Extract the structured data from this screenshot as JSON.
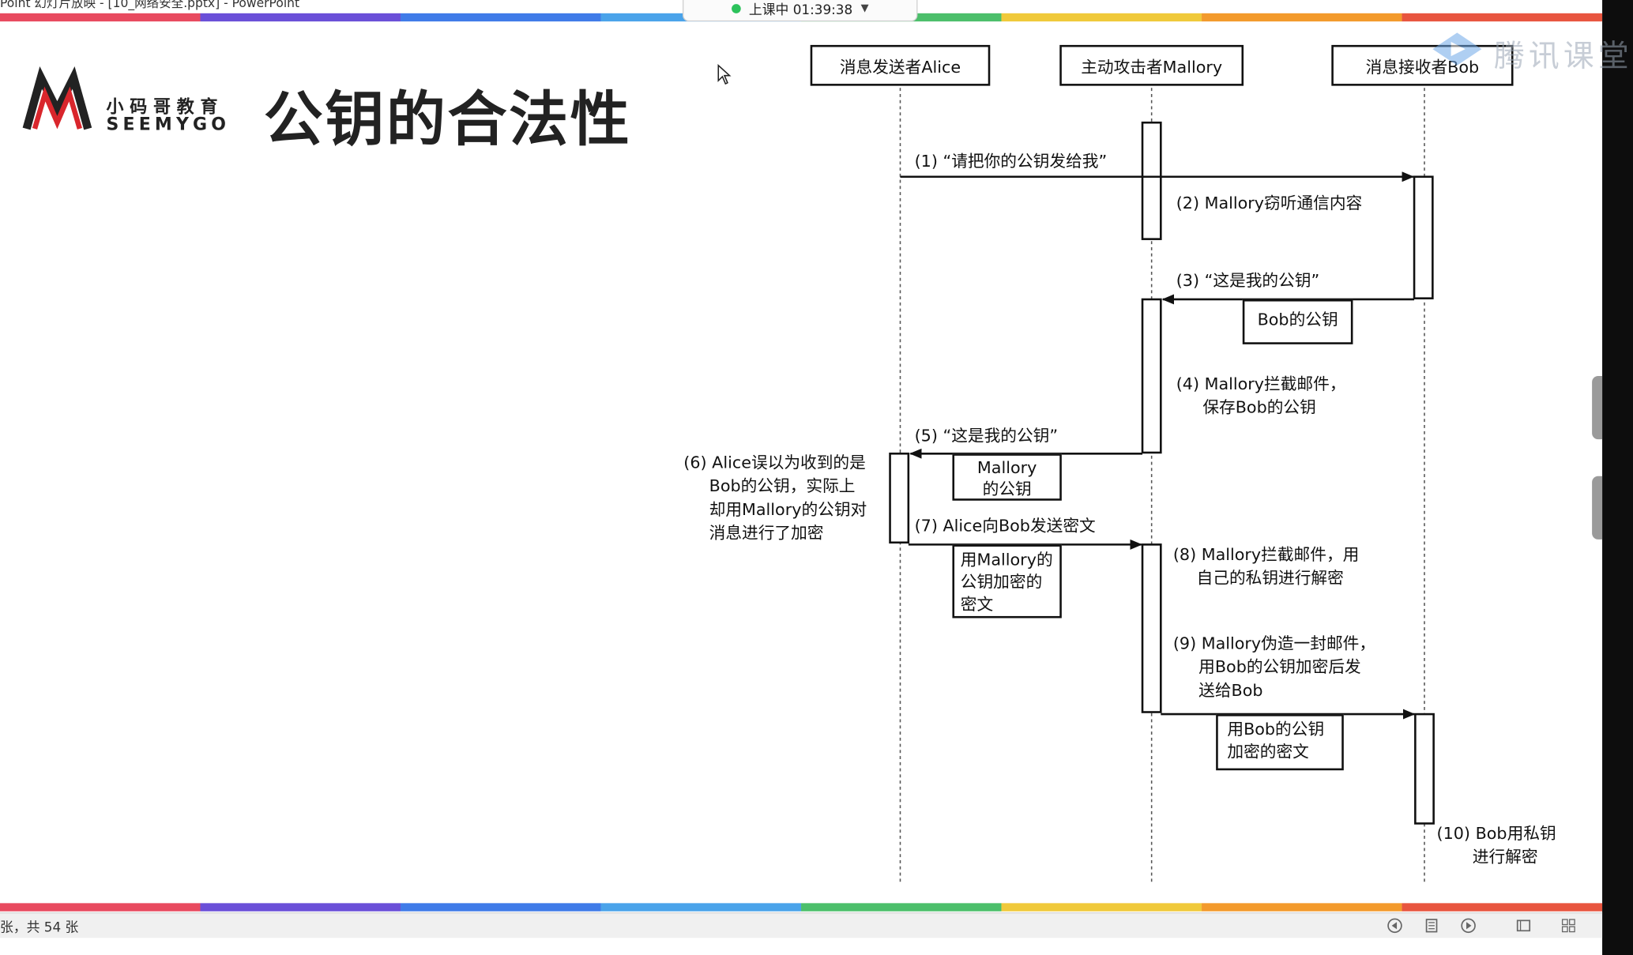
{
  "window": {
    "title": "Point 幻灯片放映 - [10_网络安全.pptx] - PowerPoint",
    "session_timer": "上课中 01:39:38"
  },
  "logo": {
    "name_cn": "小码哥教育",
    "name_en": "SEEMYGO",
    "color_primary": "#222222",
    "color_accent": "#d9262c"
  },
  "watermark": {
    "text": "腾讯课堂"
  },
  "slide": {
    "title": "公钥的合法性",
    "actors": {
      "alice": "消息发送者Alice",
      "mallory": "主动攻击者Mallory",
      "bob": "消息接收者Bob"
    },
    "steps": {
      "s1": "(1) “请把你的公钥发给我”",
      "s2": "(2) Mallory窃听通信内容",
      "s3": "(3) “这是我的公钥”",
      "s4_line1": "(4) Mallory拦截邮件，",
      "s4_line2": "保存Bob的公钥",
      "s5": "(5) “这是我的公钥”",
      "s6_line1": "(6) Alice误以为收到的是",
      "s6_line2": "Bob的公钥，实际上",
      "s6_line3": "却用Mallory的公钥对",
      "s6_line4": "消息进行了加密",
      "s7": "(7) Alice向Bob发送密文",
      "s8_line1": "(8) Mallory拦截邮件，用",
      "s8_line2": "自己的私钥进行解密",
      "s9_line1": "(9) Mallory伪造一封邮件，",
      "s9_line2": "用Bob的公钥加密后发",
      "s9_line3": "送给Bob",
      "s10_line1": "(10) Bob用私钥",
      "s10_line2": "进行解密"
    },
    "payloads": {
      "bob_key": "Bob的公钥",
      "mallory_key_line1": "Mallory",
      "mallory_key_line2": "的公钥",
      "cipher_mallory_line1": "用Mallory的",
      "cipher_mallory_line2": "公钥加密的",
      "cipher_mallory_line3": "密文",
      "cipher_bob_line1": "用Bob的公钥",
      "cipher_bob_line2": "加密的密文"
    }
  },
  "statusbar": {
    "slide_counter": "张，共 54 张"
  },
  "colors": {
    "stripe": [
      "#e84a5f",
      "#6a4fd8",
      "#3f7be8",
      "#4aa3ea",
      "#4cbf6b",
      "#f0c93a",
      "#f39a2c",
      "#e8553f"
    ],
    "session_dot": "#2cc25b"
  },
  "icons": {
    "status": [
      "previous-slide-icon",
      "reading-view-icon",
      "next-slide-icon",
      "normal-view-icon",
      "slide-sorter-icon"
    ]
  }
}
